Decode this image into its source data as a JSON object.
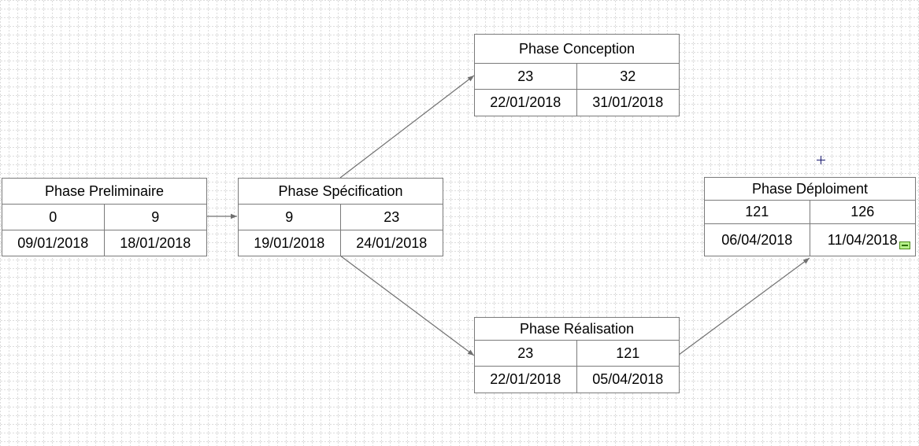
{
  "diagram": {
    "nodes": [
      {
        "id": "preliminaire",
        "title": "Phase Preliminaire",
        "start": "0",
        "end": "9",
        "start_date": "09/01/2018",
        "end_date": "18/01/2018"
      },
      {
        "id": "specification",
        "title": "Phase Spécification",
        "start": "9",
        "end": "23",
        "start_date": "19/01/2018",
        "end_date": "24/01/2018"
      },
      {
        "id": "conception",
        "title": "Phase Conception",
        "start": "23",
        "end": "32",
        "start_date": "22/01/2018",
        "end_date": "31/01/2018"
      },
      {
        "id": "realisation",
        "title": "Phase Réalisation",
        "start": "23",
        "end": "121",
        "start_date": "22/01/2018",
        "end_date": "05/04/2018"
      },
      {
        "id": "deploiement",
        "title": "Phase Déploiment",
        "start": "121",
        "end": "126",
        "start_date": "06/04/2018",
        "end_date": "11/04/2018"
      }
    ],
    "edges": [
      {
        "from": "preliminaire",
        "to": "specification"
      },
      {
        "from": "specification",
        "to": "conception"
      },
      {
        "from": "specification",
        "to": "realisation"
      },
      {
        "from": "realisation",
        "to": "deploiement"
      }
    ]
  },
  "colors": {
    "edge": "#707070",
    "border": "#7a7a7a",
    "grid": "#c8c8c8",
    "marker": "#b6f08a"
  }
}
